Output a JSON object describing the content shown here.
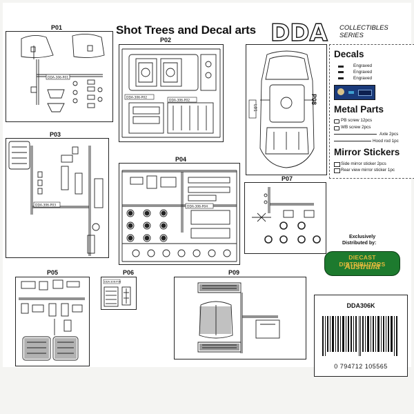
{
  "page": {
    "title": "Shot Trees and Decal arts",
    "brand_logo": "DDA",
    "brand_tagline": "COLLECTIBLES SERIES"
  },
  "panels": [
    {
      "id": "P01",
      "label": "P01"
    },
    {
      "id": "P02",
      "label": "P02"
    },
    {
      "id": "P03",
      "label": "P03"
    },
    {
      "id": "P04",
      "label": "P04"
    },
    {
      "id": "P05",
      "label": "P05"
    },
    {
      "id": "P06",
      "label": "P06"
    },
    {
      "id": "P07",
      "label": "P07"
    },
    {
      "id": "P08",
      "label": "P08"
    },
    {
      "id": "P09",
      "label": "P09"
    }
  ],
  "sprue_tags": {
    "p01": "DDA-306-P01",
    "p02_top": "DDA-306-P02",
    "p02_mid": "DDA-306-P02",
    "p03": "DDA-306-P03",
    "p04": "DDA-306-P04",
    "p06": "DDA-306-P06"
  },
  "p08_tag": "L01",
  "decals": {
    "heading": "Decals",
    "items": [
      "Engraved",
      "Engraved",
      "Engraved"
    ]
  },
  "metal_parts": {
    "heading": "Metal Parts",
    "items": [
      {
        "label": "PB screw 12pcs"
      },
      {
        "label": "WB screw 2pcs"
      },
      {
        "label": "Axle 2pcs"
      },
      {
        "label": "Hood rod 1pc"
      }
    ]
  },
  "mirror_stickers": {
    "heading": "Mirror Stickers",
    "items": [
      {
        "label": "Side mirror sticker 2pcs"
      },
      {
        "label": "Rear view mirror sticker 1pc"
      }
    ]
  },
  "distributor": {
    "line1": "Exclusively",
    "line2": "Distributed by:",
    "logo_top": "DIECAST DISTRIBUTORS",
    "logo_bottom": "Australia"
  },
  "product": {
    "code": "DDA306K",
    "barcode_digits": "0 794712 105565"
  },
  "colors": {
    "ink": "#111111",
    "decal_blue": "#1a3a7a",
    "logo_green": "#1d7a2e",
    "logo_gold": "#e1b83c"
  }
}
